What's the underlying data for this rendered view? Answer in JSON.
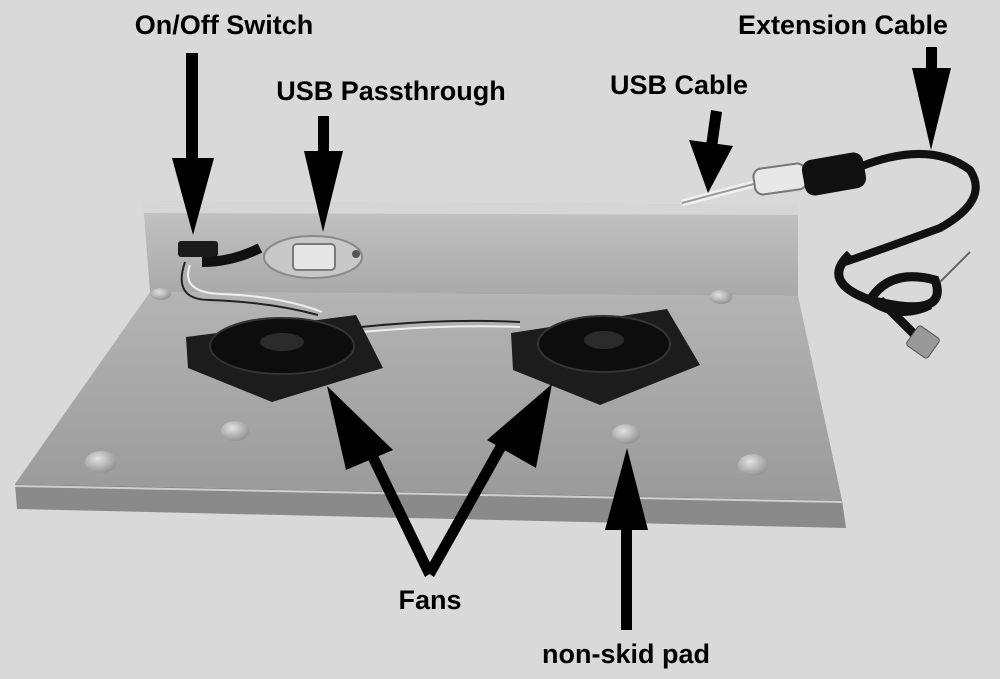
{
  "figure": {
    "subject": "laptop cooling pad with two fans",
    "background_color": "#dadada",
    "tray_color": "#a8a8a8",
    "fan_color": "#1a1a1a",
    "arrow_color": "#000000"
  },
  "labels": {
    "on_off_switch": "On/Off Switch",
    "usb_passthrough": "USB Passthrough",
    "usb_cable": "USB Cable",
    "extension_cable": "Extension Cable",
    "fans": "Fans",
    "non_skid_pad": "non-skid pad"
  }
}
